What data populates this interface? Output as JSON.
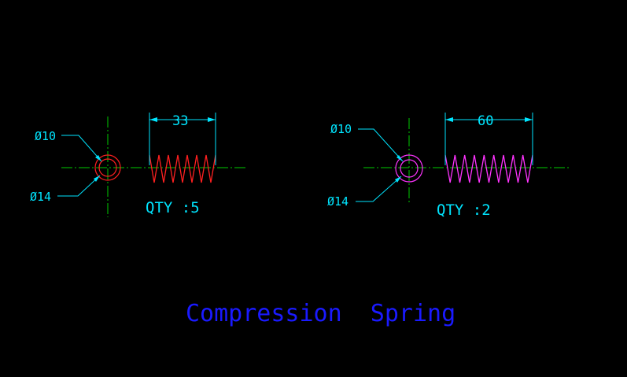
{
  "drawing": {
    "title": "Compression  Spring",
    "colors": {
      "background": "#000000",
      "centerline": "#00cc00",
      "dimension": "#00e5ff",
      "spring_left": "#ff2020",
      "spring_right": "#ff33ff",
      "title": "#1a1aff"
    },
    "springs": [
      {
        "inner_dia_label": "Ø10",
        "outer_dia_label": "Ø14",
        "length_label": "33",
        "qty_label": "QTY :5",
        "color_key": "spring_left"
      },
      {
        "inner_dia_label": "Ø10",
        "outer_dia_label": "Ø14",
        "length_label": "60",
        "qty_label": "QTY :2",
        "color_key": "spring_right"
      }
    ]
  }
}
